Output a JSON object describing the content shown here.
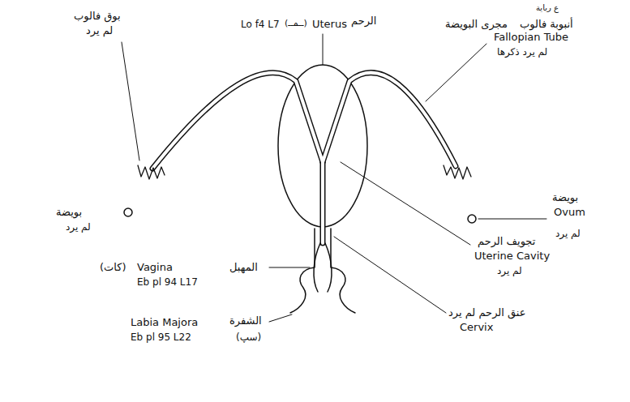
{
  "diagram": {
    "labels": [
      "بوق فالوب",
      "لم يرد",
      "Lo f4 L7",
      "(ــمــ)",
      "Uterus",
      "الرحم",
      "ع رباية",
      "مجرى البويضة",
      "أنبوبة فالوب",
      "Fallopian Tube",
      "لم يرد ذكرها",
      "بويضة",
      "لم يرد",
      "بويضة",
      "Ovum",
      "لم يرد",
      "(كات)",
      "Vagina",
      "Eb pl 94 L17",
      "المهبل",
      "Labia Majora",
      "Eb pl 95 L22",
      "الشفرة",
      "(سپ)",
      "تجويف الرحم",
      "Uterine Cavity",
      "لم يرد",
      "عنق الرحم لم يرد",
      "Cervix"
    ]
  }
}
